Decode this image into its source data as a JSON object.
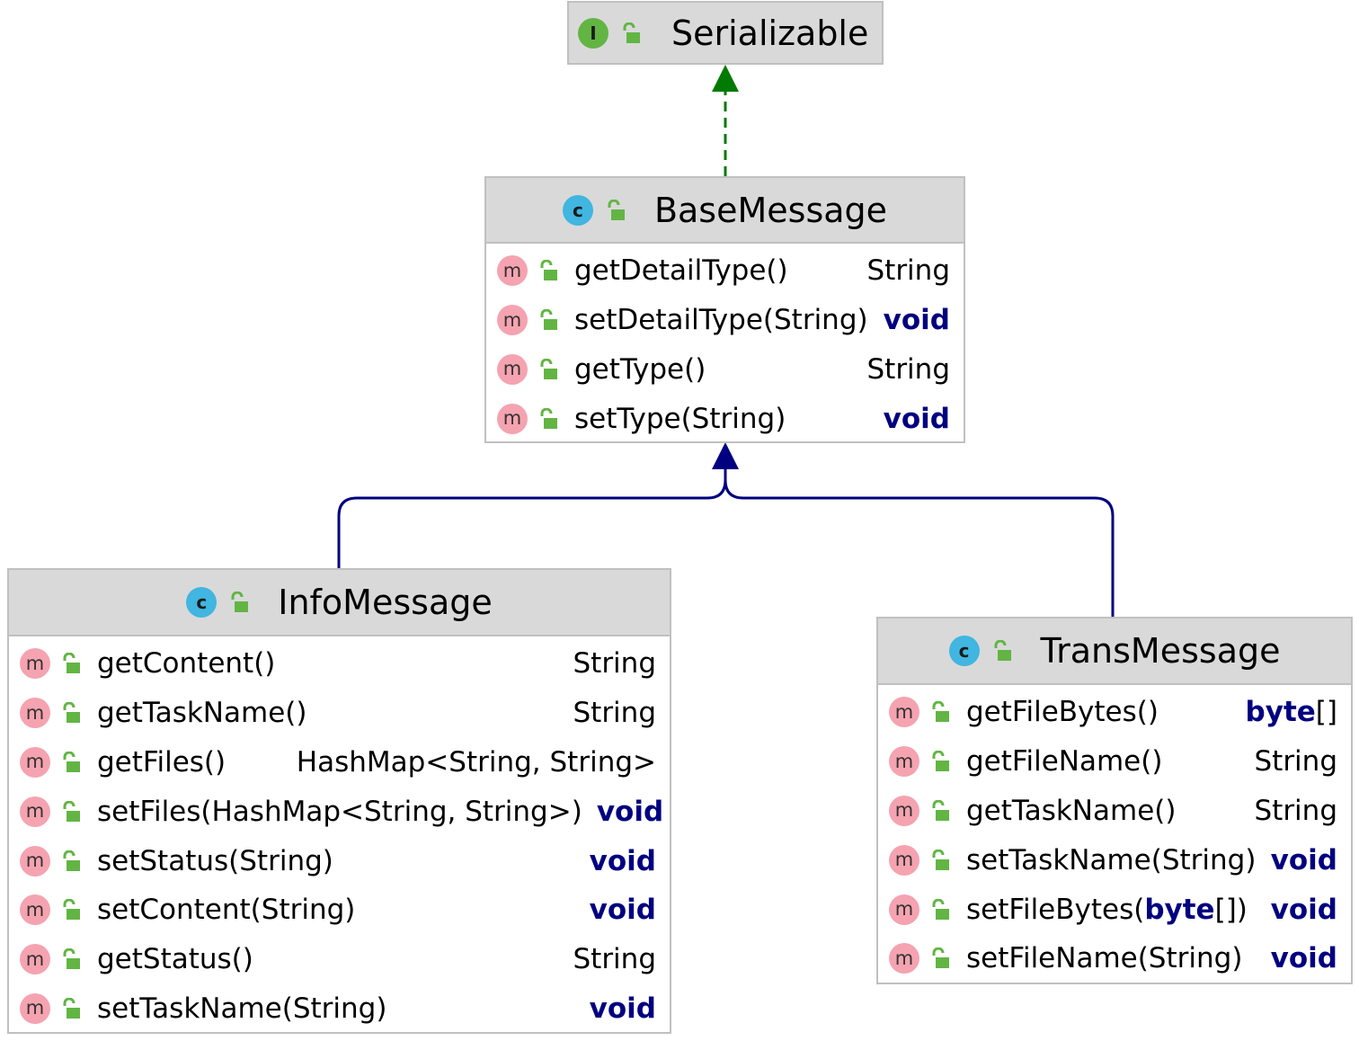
{
  "colors": {
    "header_bg": "#d9d9d9",
    "border": "#c0c0c0",
    "interface_badge": "#62b543",
    "class_badge": "#40b6e0",
    "method_badge": "#f5a3b0",
    "lock": "#62b543",
    "keyword": "#000080",
    "realization_edge": "#007a00",
    "inheritance_edge": "#000080"
  },
  "icons": {
    "interface": "interface-icon",
    "class": "class-icon",
    "method": "method-icon",
    "access": "public-lock-icon"
  },
  "serializable": {
    "badge": "I",
    "name": "Serializable"
  },
  "base_message": {
    "badge": "c",
    "name": "BaseMessage",
    "methods": [
      {
        "badge": "m",
        "sig": "getDetailType()",
        "ret": "String"
      },
      {
        "badge": "m",
        "sig": "setDetailType(String)",
        "ret": "void"
      },
      {
        "badge": "m",
        "sig": "getType()",
        "ret": "String"
      },
      {
        "badge": "m",
        "sig": "setType(String)",
        "ret": "void"
      }
    ]
  },
  "info_message": {
    "badge": "c",
    "name": "InfoMessage",
    "methods": [
      {
        "badge": "m",
        "sig": "getContent()",
        "ret": "String"
      },
      {
        "badge": "m",
        "sig": "getTaskName()",
        "ret": "String"
      },
      {
        "badge": "m",
        "sig": "getFiles()",
        "ret": "HashMap<String, String>"
      },
      {
        "badge": "m",
        "sig": "setFiles(HashMap<String, String>)",
        "ret": "void"
      },
      {
        "badge": "m",
        "sig": "setStatus(String)",
        "ret": "void"
      },
      {
        "badge": "m",
        "sig": "setContent(String)",
        "ret": "void"
      },
      {
        "badge": "m",
        "sig": "getStatus()",
        "ret": "String"
      },
      {
        "badge": "m",
        "sig": "setTaskName(String)",
        "ret": "void"
      }
    ]
  },
  "trans_message": {
    "badge": "c",
    "name": "TransMessage",
    "methods": [
      {
        "badge": "m",
        "sig": "getFileBytes()",
        "ret": "byte[]"
      },
      {
        "badge": "m",
        "sig": "getFileName()",
        "ret": "String"
      },
      {
        "badge": "m",
        "sig": "getTaskName()",
        "ret": "String"
      },
      {
        "badge": "m",
        "sig": "setTaskName(String)",
        "ret": "void"
      },
      {
        "badge": "m",
        "sig": "setFileBytes(byte[])",
        "ret": "void"
      },
      {
        "badge": "m",
        "sig": "setFileName(String)",
        "ret": "void"
      }
    ]
  }
}
